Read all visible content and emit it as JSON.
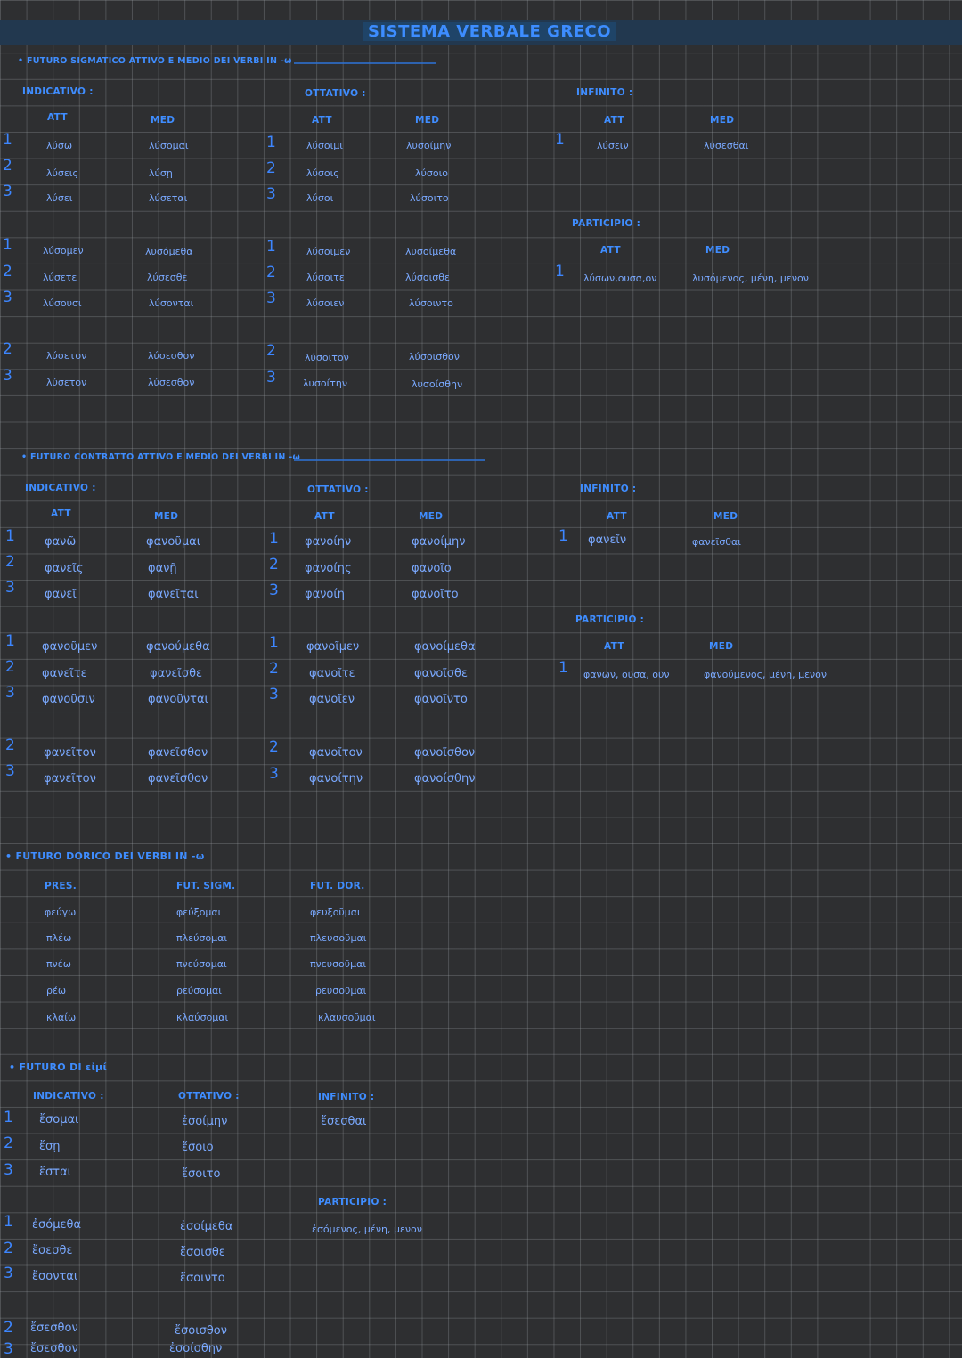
{
  "title": "SISTEMA VERBALE GRECO",
  "sections": {
    "s1": {
      "heading": "• FUTURO SIGMATICO ATTIVO E MEDIO DEI VERBI IN -ω",
      "indicativo": "INDICATIVO :",
      "ottativo": "OTTATIVO :",
      "infinito": "INFINITO :",
      "participio": "PARTICIPIO :",
      "att": "ATT",
      "med": "MED",
      "ind_att": [
        "λύσω",
        "λύσεις",
        "λύσει",
        "λύσομεν",
        "λύσετε",
        "λύσουσι",
        "λύσετον",
        "λύσετον"
      ],
      "ind_med": [
        "λύσομαι",
        "λύσῃ",
        "λύσεται",
        "λυσόμεθα",
        "λύσεσθε",
        "λύσονται",
        "λύσεσθον",
        "λύσεσθον"
      ],
      "ott_att": [
        "λύσοιμι",
        "λύσοις",
        "λύσοι",
        "λύσοιμεν",
        "λύσοιτε",
        "λύσοιεν",
        "λύσοιτον",
        "λυσοίτην"
      ],
      "ott_med": [
        "λυσοίμην",
        "λύσοιο",
        "λύσοιτο",
        "λυσοίμεθα",
        "λύσοισθε",
        "λύσοιντο",
        "λύσοισθον",
        "λυσοίσθην"
      ],
      "inf_att": "λύσειν",
      "inf_med": "λύσεσθαι",
      "part_att": "λύσων,ουσα,ον",
      "part_med": "λυσόμενος, μένη, μενον"
    },
    "s2": {
      "heading": "• FUTURO CONTRATTO ATTIVO E MEDIO DEI VERBI IN -ω",
      "indicativo": "INDICATIVO :",
      "ottativo": "OTTATIVO :",
      "infinito": "INFINITO :",
      "participio": "PARTICIPIO :",
      "att": "ATT",
      "med": "MED",
      "ind_att": [
        "φανῶ",
        "φανεῖς",
        "φανεῖ",
        "φανοῦμεν",
        "φανεῖτε",
        "φανοῦσιν",
        "φανεῖτον",
        "φανεῖτον"
      ],
      "ind_med": [
        "φανοῦμαι",
        "φανῇ",
        "φανεῖται",
        "φανούμεθα",
        "φανεῖσθε",
        "φανοῦνται",
        "φανεῖσθον",
        "φανεῖσθον"
      ],
      "ott_att": [
        "φανοίην",
        "φανοίης",
        "φανοίη",
        "φανοῖμεν",
        "φανοῖτε",
        "φανοῖεν",
        "φανοῖτον",
        "φανοίτην"
      ],
      "ott_med": [
        "φανοίμην",
        "φανοῖο",
        "φανοῖτο",
        "φανοίμεθα",
        "φανοῖσθε",
        "φανοῖντο",
        "φανοῖσθον",
        "φανοίσθην"
      ],
      "inf_att": "φανεῖν",
      "inf_med": "φανεῖσθαι",
      "part_att": "φανῶν, οῦσα, οῦν",
      "part_med": "φανούμενος, μένη, μενον"
    },
    "s3": {
      "heading": "• FUTURO DORICO DEI VERBI IN -ω",
      "pres": "PRES.",
      "fut_sigm": "FUT. SIGM.",
      "fut_dor": "FUT. DOR.",
      "pres_list": [
        "φεύγω",
        "πλέω",
        "πνέω",
        "ρέω",
        "κλαίω"
      ],
      "sigm_list": [
        "φεύξομαι",
        "πλεύσομαι",
        "πνεύσομαι",
        "ρεύσομαι",
        "κλαύσομαι"
      ],
      "dor_list": [
        "φευξοῦμαι",
        "πλευσοῦμαι",
        "πνευσοῦμαι",
        "ρευσοῦμαι",
        "κλαυσοῦμαι"
      ]
    },
    "s4": {
      "heading": "• FUTURO DI εἰμί",
      "indicativo": "INDICATIVO :",
      "ottativo": "OTTATIVO :",
      "infinito": "INFINITO :",
      "participio": "PARTICIPIO :",
      "ind": [
        "ἔσομαι",
        "ἔσῃ",
        "ἔσται",
        "ἐσόμεθα",
        "ἔσεσθε",
        "ἔσονται",
        "ἔσεσθον",
        "ἔσεσθον"
      ],
      "ott": [
        "ἐσοίμην",
        "ἔσοιο",
        "ἔσοιτο",
        "ἐσοίμεθα",
        "ἔσοισθε",
        "ἔσοιντο",
        "ἔσοισθον",
        "ἐσοίσθην"
      ],
      "inf": "ἔσεσθαι",
      "part": "ἐσόμενος, μένη, μενον"
    }
  },
  "numbers": {
    "n1": "1",
    "n2": "2",
    "n3": "3"
  }
}
